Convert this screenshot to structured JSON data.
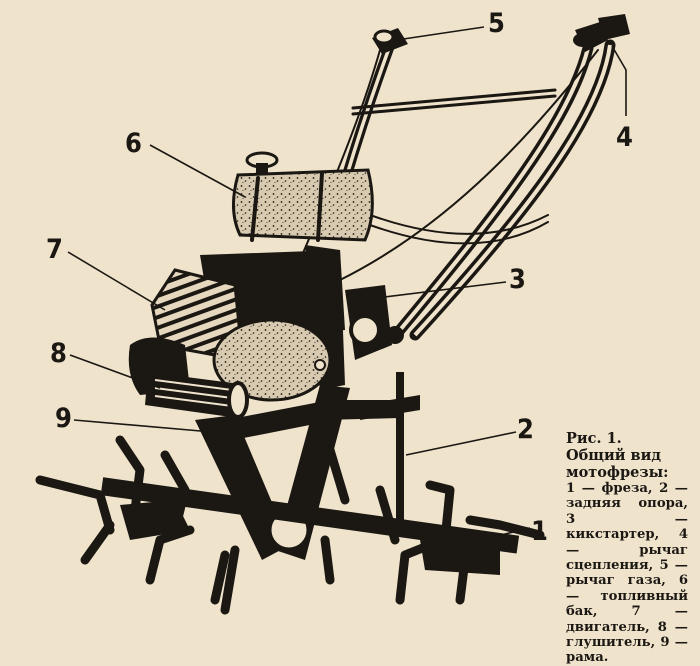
{
  "figure": {
    "labels": [
      "1",
      "2",
      "3",
      "4",
      "5",
      "6",
      "7",
      "8",
      "9"
    ]
  },
  "caption": {
    "title": "Рис. 1.",
    "subtitle": "Общий вид мотофрезы:",
    "body": "1 — фреза, 2 — задняя опора, 3 — кикстартер, 4 — рычаг сцепления, 5 — рычаг газа, 6 — топливный бак, 7 — двигатель, 8 — глушитель, 9 — рама."
  },
  "colors": {
    "paper": "#efe3cc",
    "ink": "#1b1712",
    "tank": "#cdbfa6"
  }
}
